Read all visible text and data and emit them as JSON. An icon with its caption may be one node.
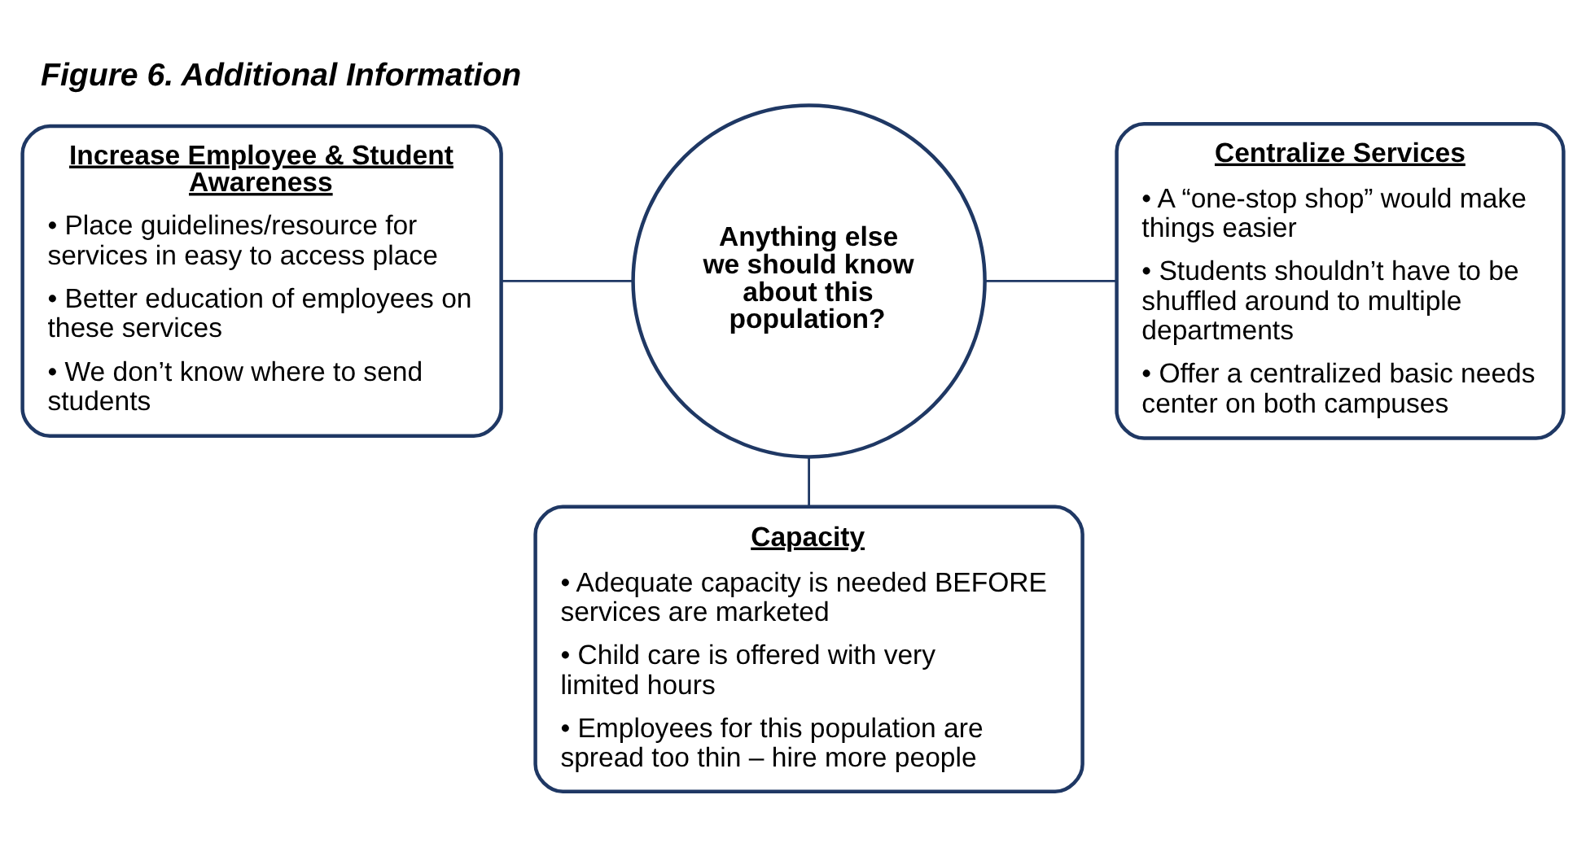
{
  "diagram": {
    "title": "Figure 6. Additional Information",
    "nodes": [
      {
        "text": [
          "Increase Employee & Student Awareness",
          "• Place guidelines/resource for services in easy to access place",
          "• Better education of employees on these services",
          "• We don’t know where to send students"
        ]
      },
      {
        "text": [
          "Centralize Services",
          "• A “one-stop shop” would make things easier",
          "• Students shouldn’t have to be shuffled around to multiple departments",
          "• Offer a centralized basic needs center on both campuses"
        ]
      },
      {
        "text": [
          "Anything else we should know about this population?"
        ]
      },
      {
        "text": [
          "Capacity",
          "• Adequate capacity is needed BEFORE services are marketed",
          "• Child care is offered with very limited hours",
          "• Employees for this population are spread too thin – hire more people"
        ]
      }
    ],
    "edges": [
      {
        "from": 0,
        "to": 2,
        "arrow": "none"
      },
      {
        "from": 2,
        "to": 1,
        "arrow": "none"
      },
      {
        "from": 2,
        "to": 3,
        "arrow": "none"
      }
    ]
  }
}
